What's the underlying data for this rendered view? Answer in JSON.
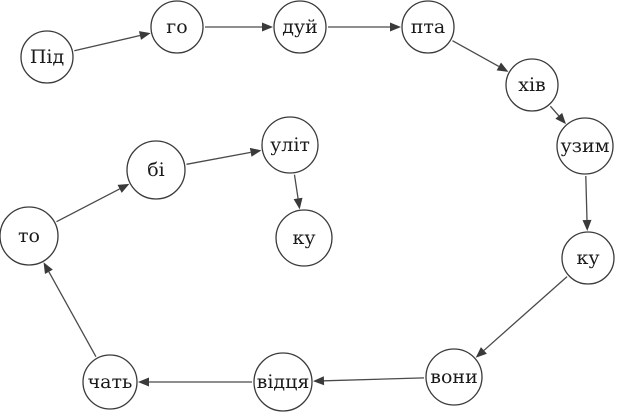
{
  "nodes": [
    {
      "id": "n1",
      "label": "Під"
    },
    {
      "id": "n2",
      "label": "го"
    },
    {
      "id": "n3",
      "label": "дуй"
    },
    {
      "id": "n4",
      "label": "пта"
    },
    {
      "id": "n5",
      "label": "хів"
    },
    {
      "id": "n6",
      "label": "узим"
    },
    {
      "id": "n7",
      "label": "ку"
    },
    {
      "id": "n8",
      "label": "вони"
    },
    {
      "id": "n9",
      "label": "відця"
    },
    {
      "id": "n10",
      "label": "чать"
    },
    {
      "id": "n11",
      "label": "то"
    },
    {
      "id": "n12",
      "label": "бі"
    },
    {
      "id": "n13",
      "label": "уліт"
    },
    {
      "id": "n14",
      "label": "ку"
    }
  ],
  "edges": [
    {
      "from": "n1",
      "to": "n2"
    },
    {
      "from": "n2",
      "to": "n3"
    },
    {
      "from": "n3",
      "to": "n4"
    },
    {
      "from": "n4",
      "to": "n5"
    },
    {
      "from": "n5",
      "to": "n6"
    },
    {
      "from": "n6",
      "to": "n7"
    },
    {
      "from": "n7",
      "to": "n8"
    },
    {
      "from": "n8",
      "to": "n9"
    },
    {
      "from": "n9",
      "to": "n10"
    },
    {
      "from": "n10",
      "to": "n11"
    },
    {
      "from": "n11",
      "to": "n12"
    },
    {
      "from": "n12",
      "to": "n13"
    },
    {
      "from": "n13",
      "to": "n14"
    }
  ]
}
